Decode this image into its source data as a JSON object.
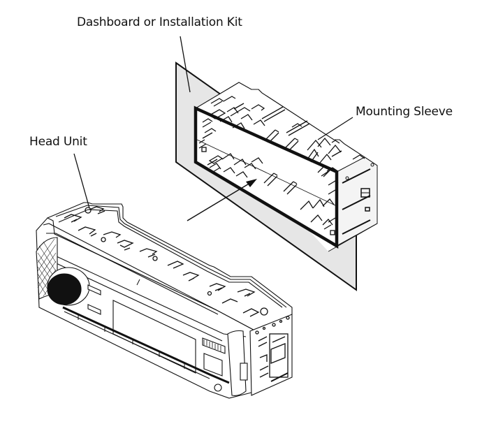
{
  "diagram": {
    "title": "Head unit installation into mounting sleeve",
    "labels": {
      "dashboard": "Dashboard or Installation Kit",
      "sleeve": "Mounting Sleeve",
      "head_unit": "Head Unit"
    },
    "colors": {
      "panel_fill": "#e6e6e6",
      "line": "#111111",
      "background": "#ffffff"
    }
  }
}
